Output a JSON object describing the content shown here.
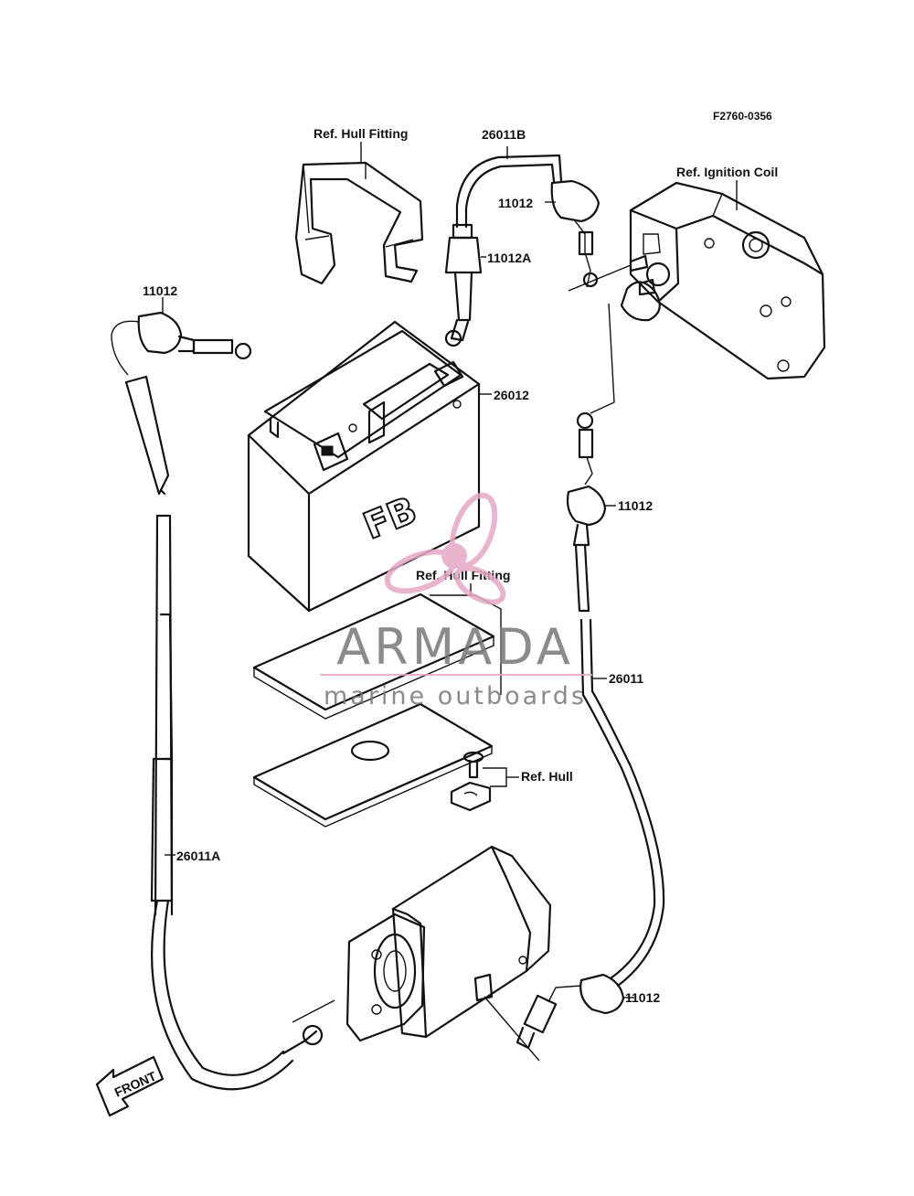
{
  "diagram": {
    "figure_code": "F2760-0356",
    "labels": {
      "ref_hull_fitting_top": "Ref. Hull Fitting",
      "part_26011B": "26011B",
      "ref_ignition_coil": "Ref. Ignition Coil",
      "part_11012_top": "11012",
      "part_11012A": "11012A",
      "part_11012_left": "11012",
      "part_26012": "26012",
      "part_11012_right": "11012",
      "ref_hull_fitting_mid": "Ref. Hull Fitting",
      "part_26011": "26011",
      "ref_hull": "Ref. Hull",
      "part_26011A": "26011A",
      "part_11012_bottom": "11012",
      "front_arrow": "FRONT",
      "battery_brand": "FB"
    }
  },
  "watermark": {
    "brand": "ARMADA",
    "tagline": "marine outboards",
    "logo_color": "#e6a9c6"
  }
}
